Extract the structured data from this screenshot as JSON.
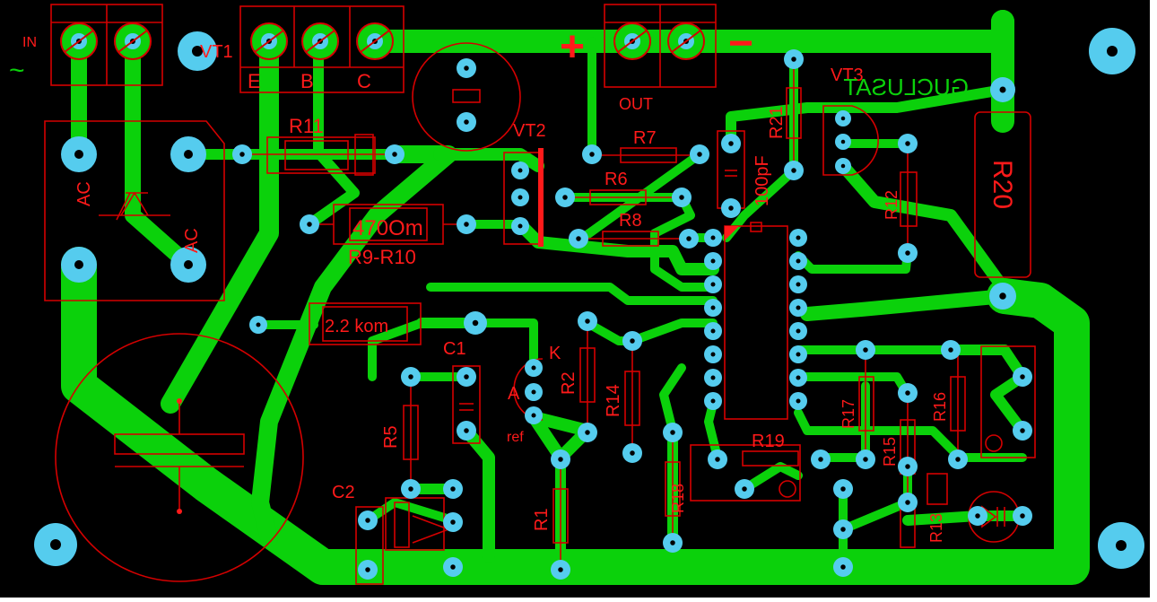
{
  "colors": {
    "background": "#000000",
    "copper": "#0bd10b",
    "pad": "#55ccee",
    "silkscreen": "#ff1a1a"
  },
  "labels": {
    "in": "IN",
    "tilde": "~",
    "vt1": "VT1",
    "e": "E",
    "b": "B",
    "c": "C",
    "plus": "+",
    "minus": "−",
    "out": "OUT",
    "vt3": "VT3",
    "r11": "R11",
    "vt2": "VT2",
    "r7": "R7",
    "r6": "R6",
    "r8": "R8",
    "r21": "R21",
    "r12": "R12",
    "r20": "R20",
    "cap_100pf": "100pF",
    "r9_value": "470Om",
    "r9r10": "R9-R10",
    "ac_left": "AC",
    "ac_right": "AC",
    "kom": "2.2 kom",
    "c1": "C1",
    "k": "K",
    "a": "A",
    "ref": "ref",
    "r2": "R2",
    "r14": "R14",
    "r5": "R5",
    "r1": "R1",
    "r18": "R18",
    "r19": "R19",
    "r17": "R17",
    "r15": "R15",
    "r16": "R16",
    "r13": "R13",
    "c2": "C2",
    "mirrored_text": "GUCLUSAT"
  }
}
